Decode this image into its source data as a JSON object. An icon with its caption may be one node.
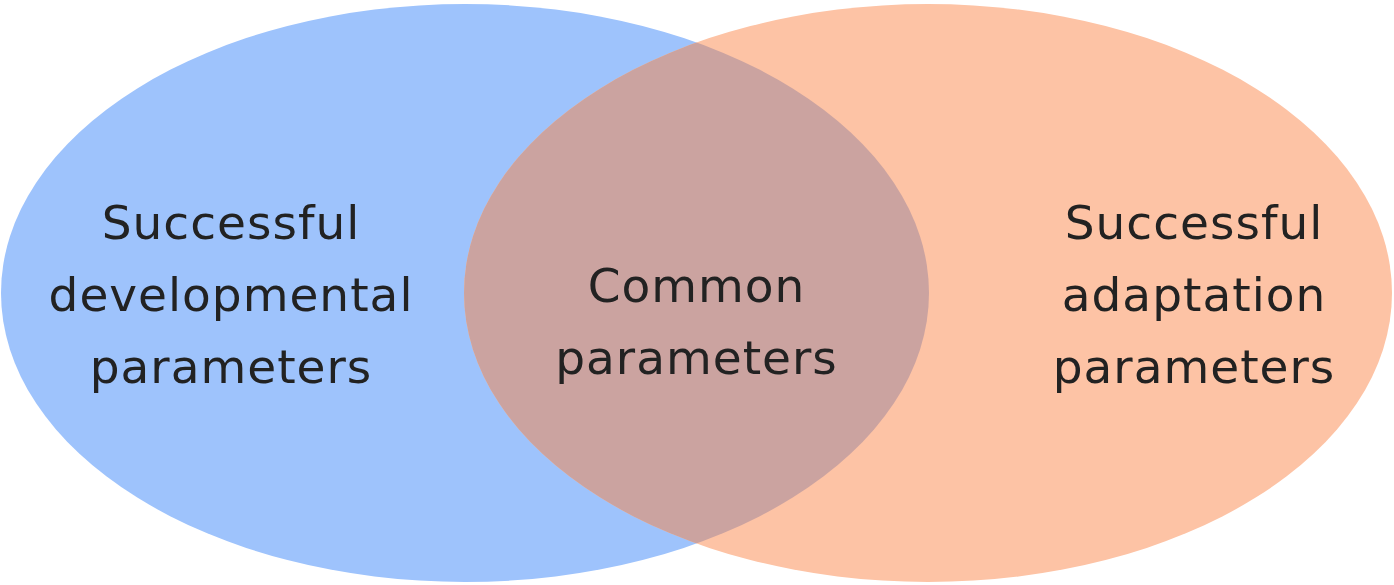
{
  "diagram": {
    "nodes": [
      {
        "text": [
          "Successful developmental parameters"
        ]
      },
      {
        "text": [
          "Successful adaptation parameters"
        ]
      },
      {
        "text": [
          "Common parameters"
        ]
      }
    ]
  }
}
